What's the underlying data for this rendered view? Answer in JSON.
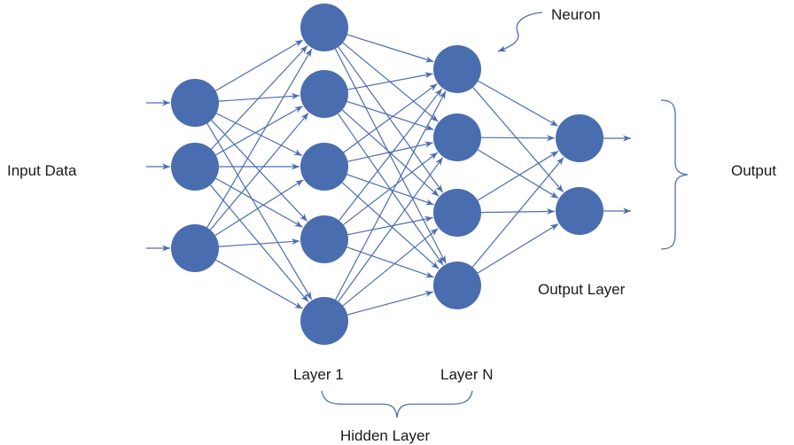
{
  "title": "Neural network diagram",
  "colors": {
    "node": "#4A6DB0",
    "edge": "#4A6DB0",
    "brace": "#4A6DB0",
    "text": "#1a1a1a"
  },
  "labels": {
    "input": "Input Data",
    "neuron": "Neuron",
    "output": "Output",
    "output_layer": "Output Layer",
    "layer_first": "Layer 1",
    "layer_last": "Layer N",
    "hidden": "Hidden Layer"
  },
  "network": {
    "layers": [
      {
        "name": "input",
        "neurons": 3
      },
      {
        "name": "hidden-1",
        "neurons": 5
      },
      {
        "name": "hidden-n",
        "neurons": 4
      },
      {
        "name": "output",
        "neurons": 2
      }
    ],
    "fully_connected": true,
    "input_arrows": 3,
    "output_arrows": 2
  }
}
